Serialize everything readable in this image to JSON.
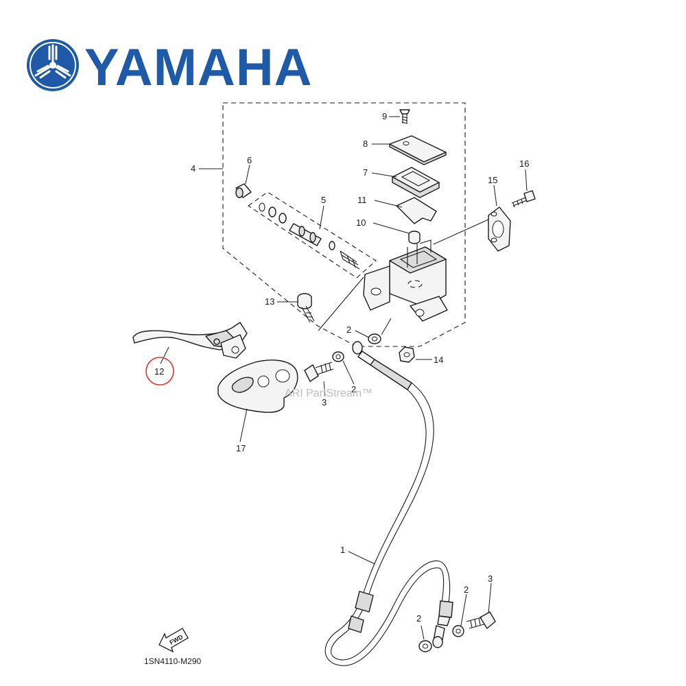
{
  "brand": {
    "name": "YAMAHA",
    "logo_icon": "yamaha-tuning-fork-emblem-icon",
    "color": "#1e5aa8"
  },
  "diagram": {
    "code": "1SN4110-M290",
    "watermark": "ARI PartStream™",
    "fwd_label": "FWD",
    "highlight_color": "#e0342b",
    "highlighted_callout": "12"
  },
  "callouts": {
    "c1": "1",
    "c2a": "2",
    "c2b": "2",
    "c2c": "2",
    "c2d": "2",
    "c3a": "3",
    "c3b": "3",
    "c4": "4",
    "c5": "5",
    "c6": "6",
    "c7": "7",
    "c8": "8",
    "c9": "9",
    "c10": "10",
    "c11": "11",
    "c12": "12",
    "c13": "13",
    "c14": "14",
    "c15": "15",
    "c16": "16",
    "c17": "17"
  }
}
